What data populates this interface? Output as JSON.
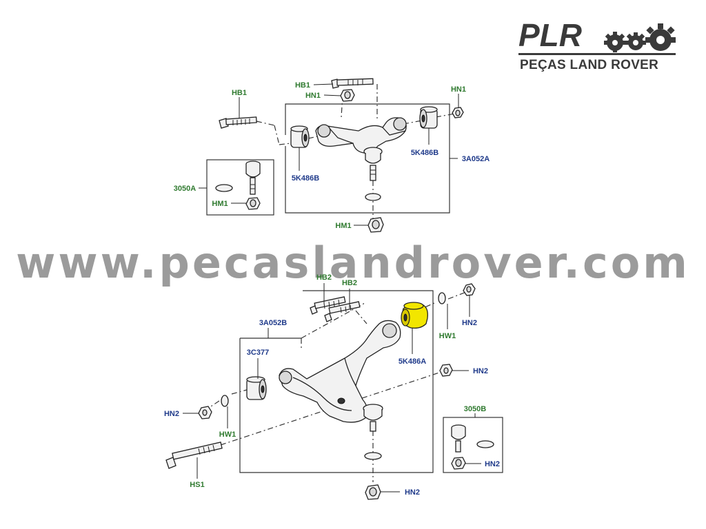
{
  "logo": {
    "title": "PLR",
    "subtitle": "PEÇAS LAND ROVER",
    "icon": "gears-icon"
  },
  "watermark": "www.pecaslandrover.com",
  "colors": {
    "label_green": "#2f7a2f",
    "label_blue": "#1f3a8a",
    "highlight": "#f2e600",
    "watermark": "#9b9b9b"
  },
  "upper_assembly": {
    "labels": {
      "hb1_left": "HB1",
      "hb1_top": "HB1",
      "hn1_top": "HN1",
      "hn1_right": "HN1",
      "bush_left": "5K486B",
      "bush_right": "5K486B",
      "arm": "3A052A",
      "balljoint_kit": "3050A",
      "hm1_kit": "HM1",
      "hm1_bottom": "HM1"
    }
  },
  "lower_assembly": {
    "labels": {
      "hb2_a": "HB2",
      "hb2_b": "HB2",
      "arm": "3A052B",
      "bush_front": "3C377",
      "bush_rear": "5K486A",
      "hn2_top_right": "HN2",
      "hw1_right": "HW1",
      "hn2_mid_right": "HN2",
      "hn2_left": "HN2",
      "hw1_left": "HW1",
      "hs1": "HS1",
      "balljoint_kit": "3050B",
      "hn2_kit": "HN2",
      "hn2_bottom": "HN2"
    }
  }
}
